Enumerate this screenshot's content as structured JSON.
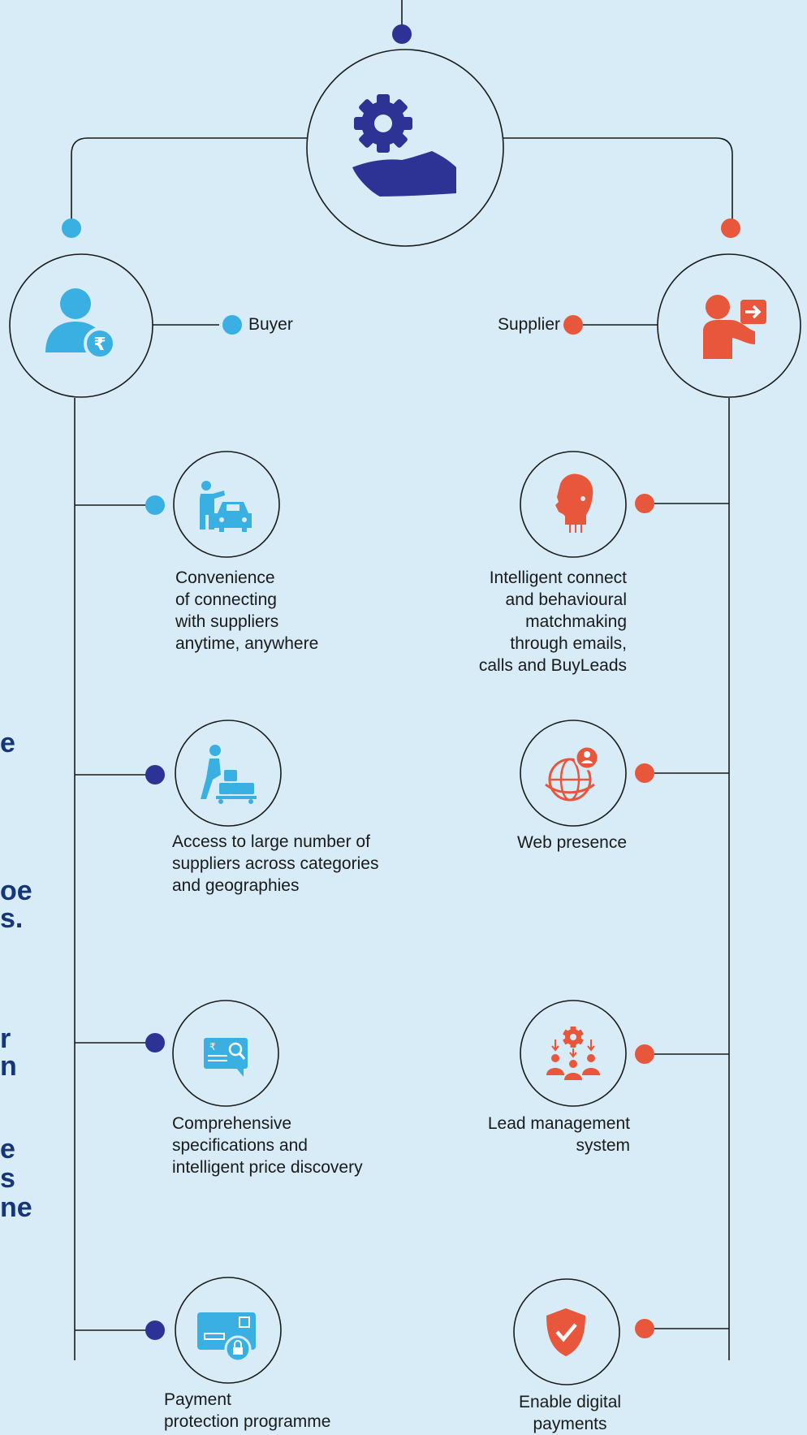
{
  "colors": {
    "background": "#d7ecf7",
    "navy": "#2c3394",
    "buyer_blue": "#3ab0e2",
    "supplier_red": "#e8563b",
    "line": "#1a1a1a"
  },
  "hub": {
    "icon": "gear-hand-icon"
  },
  "buyer": {
    "label": "Buyer",
    "icon": "buyer-rupee-icon",
    "benefits": [
      {
        "icon": "person-car-icon",
        "text": "Convenience\nof connecting\nwith suppliers\nanytime, anywhere"
      },
      {
        "icon": "person-trolley-icon",
        "text": "Access to large number of\nsuppliers across categories\nand geographies"
      },
      {
        "icon": "price-search-icon",
        "text": "Comprehensive\nspecifications and\nintelligent price discovery"
      },
      {
        "icon": "secure-card-icon",
        "text": "Payment\nprotection programme"
      }
    ]
  },
  "supplier": {
    "label": "Supplier",
    "icon": "supplier-export-icon",
    "benefits": [
      {
        "icon": "ai-head-icon",
        "text": "Intelligent connect\nand behavioural\nmatchmaking\nthrough emails,\ncalls and BuyLeads"
      },
      {
        "icon": "globe-location-icon",
        "text": "Web presence"
      },
      {
        "icon": "team-gear-icon",
        "text": "Lead management\nsystem"
      },
      {
        "icon": "shield-check-icon",
        "text": "Enable digital\npayments"
      }
    ]
  },
  "edge_fragments": [
    "e",
    "oe",
    "s.",
    "r",
    "n",
    "e",
    "s",
    "ne"
  ]
}
